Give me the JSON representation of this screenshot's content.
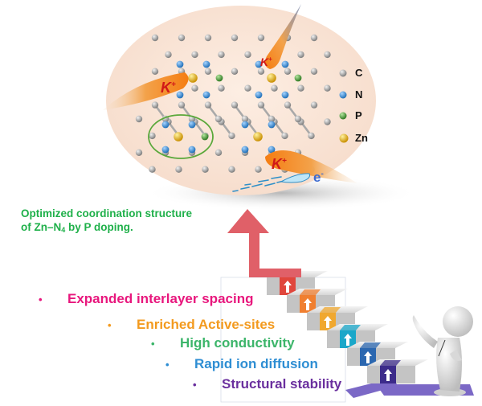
{
  "diagram": {
    "legend": {
      "items": [
        {
          "symbol": "C",
          "label": "C",
          "color": "#9a9a9a"
        },
        {
          "symbol": "N",
          "label": "N",
          "color": "#3a8fd6"
        },
        {
          "symbol": "P",
          "label": "P",
          "color": "#4a9e3a"
        },
        {
          "symbol": "Zn",
          "label": "Zn",
          "color": "#e6b400"
        }
      ]
    },
    "ions": {
      "potassium_label": "K",
      "potassium_charge": "+",
      "electron_label": "e",
      "electron_charge": "-"
    },
    "caption": {
      "line1": "Optimized coordination structure",
      "line2_prefix": "of Zn–N",
      "line2_subscript": "4",
      "line2_suffix": " by P doping."
    },
    "benefits": [
      {
        "label": "Expanded interlayer spacing",
        "color": "#e8177d",
        "step_color": "#e0463c"
      },
      {
        "label": "Enriched Active-sites",
        "color": "#f39a1e",
        "step_color": "#f07f30"
      },
      {
        "label": "High conductivity",
        "color": "#3cb56a",
        "step_color": "#f0a830"
      },
      {
        "label": "Rapid ion diffusion",
        "color": "#2e8ed3",
        "step_color": "#1aa7c9"
      },
      {
        "label": "Structural stability",
        "color": "#6a2f9e",
        "step_color": "#2b67b0"
      }
    ],
    "extra_step_color": "#3c2b8a",
    "arrow_color": "#e06068",
    "path_color": "#7b68c6",
    "highlight_ring_color": "#5aa83a",
    "background_oval_color": "#fbe6d8"
  }
}
